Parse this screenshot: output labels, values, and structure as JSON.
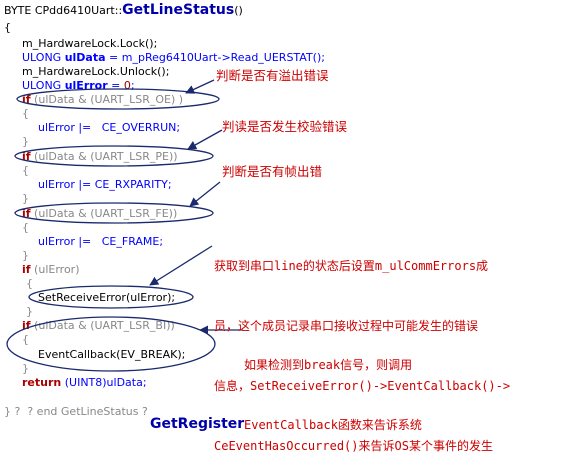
{
  "code": {
    "header_type": "BYTE",
    "header_class": "CPdd6410Uart::",
    "header_func": "GetLineStatus",
    "header_parens": "()",
    "brace_open": "{",
    "l_lock": "m_HardwareLock.Lock();",
    "l_ulong1_type": "ULONG",
    "l_ulong1_var": "ulData",
    "l_ulong1_rest": " = m_pReg6410Uart->Read_UERSTAT();",
    "l_unlock": "m_HardwareLock.Unlock();",
    "l_ulong2_type": "ULONG",
    "l_ulong2_var": "ulError",
    "l_ulong2_rest": " = ",
    "l_ulong2_num": "0",
    "l_ulong2_end": ";",
    "if_kw": "if",
    "if1_cond": " (ulData & (UART_LSR_OE) )",
    "b_open": "{",
    "b_close": "}",
    "st1": "ulError |=   CE_OVERRUN;",
    "if2_cond": " (ulData & (UART_LSR_PE))",
    "st2": "ulError |= CE_RXPARITY;",
    "if3_cond": " (ulData & (UART_LSR_FE))",
    "st3": "ulError |=   CE_FRAME;",
    "if4_cond": " (ulError)",
    "st4": "SetReceiveError(ulError);",
    "if5_cond": " (ulData & (UART_LSR_BI))",
    "st5": "EventCallback(EV_BREAK);",
    "ret_kw": "return",
    "ret_rest": " (UINT8)ulData;",
    "brace_close": "}",
    "end_comment": "? end GetLineStatus ?",
    "end_qmark": "?",
    "next_func": "GetRegister"
  },
  "annotations": {
    "a1": "判断是否有溢出错误",
    "a2": "判读是否发生校验错误",
    "a3": "判断是否有帧出错",
    "a4_line1": "获取到串口line的状态后设置m_ulCommErrors成",
    "a4_line2": "员，这个成员记录串口接收过程中可能发生的错误",
    "a4_line3": "信息，SetReceiveError()->EventCallback()->",
    "a4_line4": "CeEventHasOccurred()来告诉OS某个事件的发生",
    "a5_line1": "如果检测到break信号，则调用",
    "a5_line2": "EventCallback函数来告诉系统"
  },
  "colors": {
    "keyword": "#0000ff",
    "annotation": "#cc0000",
    "ellipse": "#1a2a6c"
  }
}
